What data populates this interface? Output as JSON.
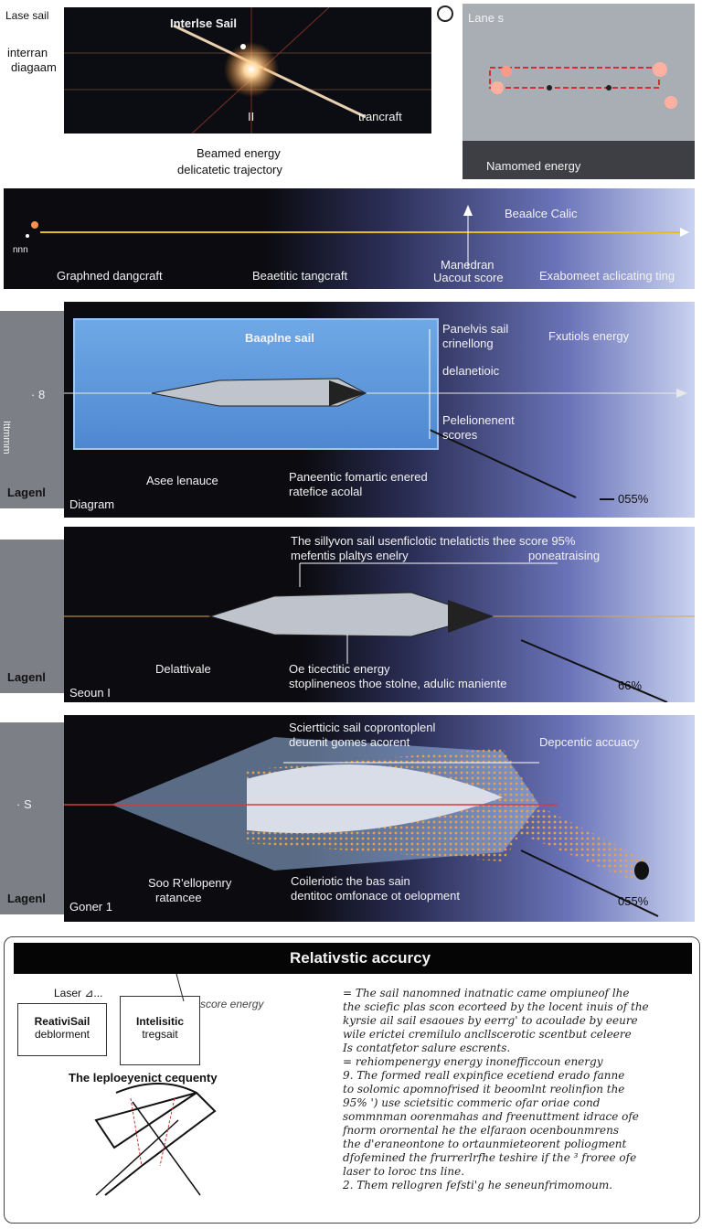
{
  "panel1": {
    "top_left_label": "Lase sail",
    "side_label_line1": "interran",
    "side_label_line2": "diagaam",
    "title": "Interlse Sail",
    "craft_label": "trancraft",
    "marker": "II",
    "caption_line1": "Beamed energy",
    "caption_line2": "delicatetic trajectory",
    "corner_icon": "circle-arrow-icon"
  },
  "panel2": {
    "title": "Lane s",
    "footer": "Namomed energy"
  },
  "panel3": {
    "side_text": "nnn",
    "label_right_top": "Beaalce Calic",
    "label1": "Graphned dangcraft",
    "label2": "Beaetitic tangcraft",
    "label3_line1": "Manedran",
    "label3_line2": "Uacout score",
    "label4": "Exabomeet aclicating ting"
  },
  "panel4": {
    "side_label": "Lagenl",
    "side_vertical": "Ittmmm",
    "side_marks": "· 8",
    "box_title": "Baaplne sail",
    "label_a_line1": "Panelvis sail",
    "label_a_line2": "crinellong",
    "label_b": "Fxutiols energy",
    "label_c": "delanetioic",
    "label_d_line1": "Pelelionenent",
    "label_d_line2": "scores",
    "bottom_left": "Asee lenauce",
    "bottom_mid_line1": "Paneentic fomartic enered",
    "bottom_mid_line2": "ratefice acolal",
    "corner": "Diagram",
    "percent": "055%"
  },
  "panel5": {
    "side_label": "Lagenl",
    "top_line1": "The sillyvon sail usenficlotic tnelatictis thee score  95%",
    "top_line2": "mefentis plaltys enelry",
    "top_right": "poneatraising",
    "bottom_left": "Delattivale",
    "bottom_mid_line1": "Oe ticectitic energy",
    "bottom_mid_line2": "stoplineneos thoe stolne, adulic maniente",
    "corner": "Seoun I",
    "percent": "66%"
  },
  "panel6": {
    "side_label": "Lagenl",
    "side_marks": "· S",
    "top_line1": "Sciertticic sail coprontoplenl",
    "top_line2": "deuenit gomes acorent",
    "top_right": "Depcentic accuacy",
    "bottom_left_line1": "Soo R'ellopenry",
    "bottom_left_line2": "ratancee",
    "bottom_mid_line1": "Coileriotic  the bas sain",
    "bottom_mid_line2": "dentitoc omfonace ot oelopment",
    "corner": "Goner 1",
    "percent": "055%"
  },
  "panel7": {
    "header": "Relativstic accurcy",
    "laser_label": "Laser ⊿...",
    "box1_line1": "ReativiSail",
    "box1_line2": "deblorment",
    "box2_line1": "Intelisitic",
    "box2_line2": "tregsait",
    "score_label": "score energy",
    "sequence_title": "The leploeyenict cequenty",
    "notes": [
      "=  The sail nanomned inatnatic came ompiuneof lhe",
      "the sciefic plas scon ecorteed by the locent inuis  of the",
      "kyrsie ail sail esaoues by eerrg' to acoulade by eeure",
      "wile erictei cremilulo ancllscerotic  scentbut celeere",
      "Is contatfetor salure escrents.",
      "=  rehiompenergy energy inonefficcoun energy",
      "9.  The formed reall expinfice ecetiend erado fanne",
      "to solomic apomnofrised it beoomlnt reolinfion the",
      "95% ') use  scietsitic commeric ofar oriae cond",
      "sommnman oorenmahas and freenuttment idrace ofe",
      "fnorm orornental  he the elfaraon ocenbounmrens",
      "the d'eraneontone to ortaunmieteorent poliogment",
      "dfofemined the frurrerlrfhe teshire if the ³ froree ofe",
      "laser to loroc tns line.",
      "2.  Them rellogren fefsti'g he seneunfrimomoum."
    ]
  }
}
